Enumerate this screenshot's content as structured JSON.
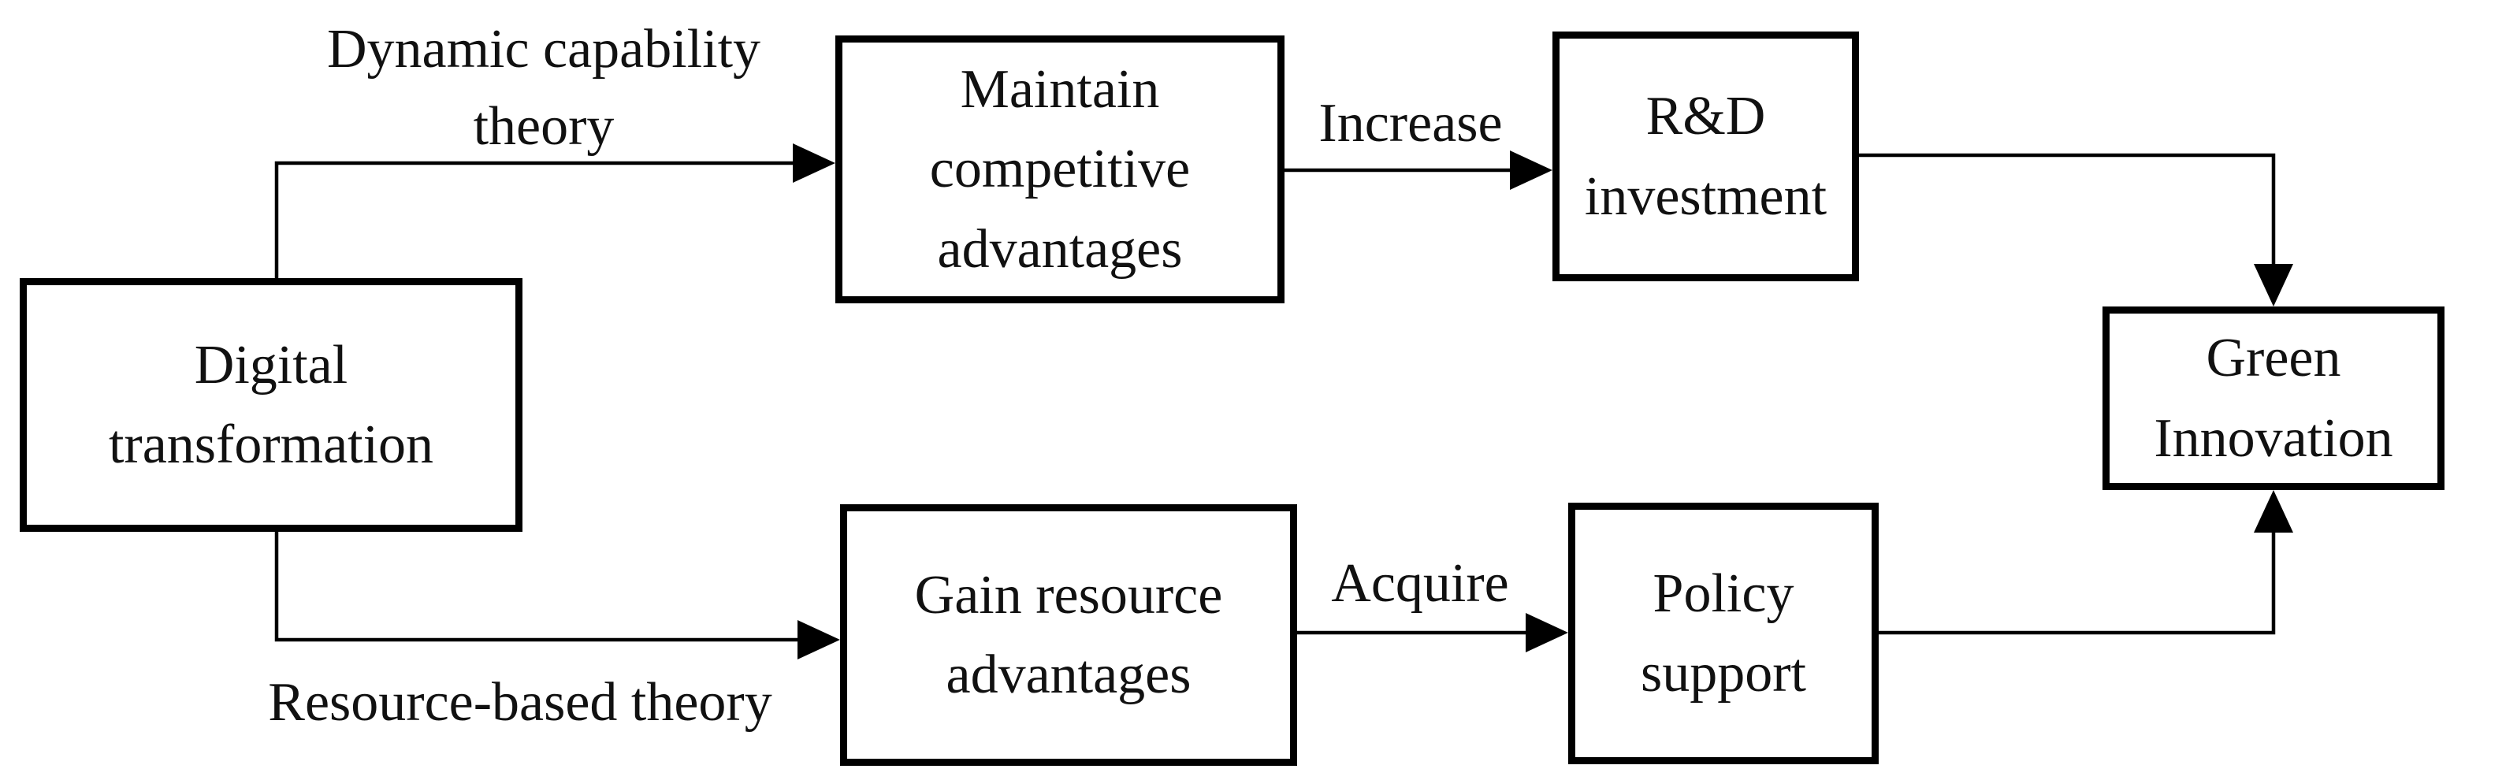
{
  "diagram": {
    "background": "#ffffff",
    "colors": {
      "box_border": "#000000",
      "box_fill": "#ffffff",
      "line": "#000000",
      "text": "#111111"
    },
    "nodes": [
      {
        "id": "digital-transformation",
        "label": "Digital\ntransformation"
      },
      {
        "id": "maintain-competitive-advantages",
        "label": "Maintain\ncompetitive\nadvantages"
      },
      {
        "id": "rd-investment",
        "label": "R&D\ninvestment"
      },
      {
        "id": "gain-resource-advantages",
        "label": "Gain resource\nadvantages"
      },
      {
        "id": "policy-support",
        "label": "Policy\nsupport"
      },
      {
        "id": "green-innovation",
        "label": "Green\nInnovation"
      }
    ],
    "edges": [
      {
        "from": "digital-transformation",
        "to": "maintain-competitive-advantages",
        "label": "Dynamic capability\ntheory"
      },
      {
        "from": "maintain-competitive-advantages",
        "to": "rd-investment",
        "label": "Increase"
      },
      {
        "from": "rd-investment",
        "to": "green-innovation",
        "label": ""
      },
      {
        "from": "digital-transformation",
        "to": "gain-resource-advantages",
        "label": "Resource-based theory"
      },
      {
        "from": "gain-resource-advantages",
        "to": "policy-support",
        "label": "Acquire"
      },
      {
        "from": "policy-support",
        "to": "green-innovation",
        "label": ""
      }
    ]
  }
}
